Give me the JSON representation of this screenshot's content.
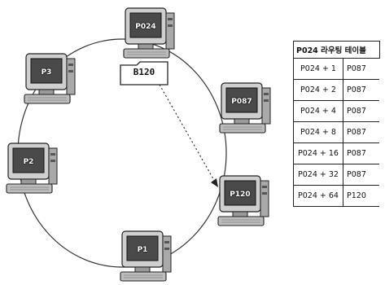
{
  "nodes": [
    {
      "id": "P024"
    },
    {
      "id": "P087"
    },
    {
      "id": "P120"
    },
    {
      "id": "P1"
    },
    {
      "id": "P2"
    },
    {
      "id": "P3"
    }
  ],
  "message": {
    "label": "B120"
  },
  "routing_table": {
    "title": "P024 라우팅 테이블",
    "rows": [
      {
        "key": "P024 + 1",
        "next": "P087"
      },
      {
        "key": "P024 + 2",
        "next": "P087"
      },
      {
        "key": "P024 + 4",
        "next": "P087"
      },
      {
        "key": "P024 + 8",
        "next": "P087"
      },
      {
        "key": "P024 + 16",
        "next": "P087"
      },
      {
        "key": "P024 + 32",
        "next": "P087"
      },
      {
        "key": "P024 + 64",
        "next": "P120"
      }
    ]
  }
}
